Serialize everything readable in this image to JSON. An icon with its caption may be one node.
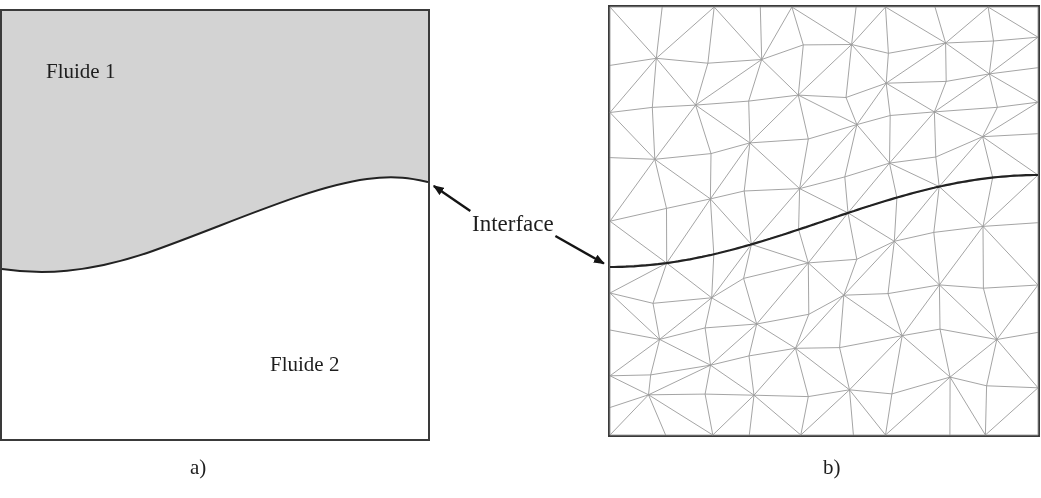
{
  "diagram": {
    "nodes": [
      {
        "text": [
          "Fluide 2"
        ],
        "beside": [
          "a)"
        ]
      },
      {
        "text": [
          "Fluide 1"
        ],
        "in": 0
      },
      {
        "text": [],
        "shape": "curve",
        "in": 1
      },
      {
        "text": [
          "Interface"
        ]
      },
      {
        "text": [],
        "shape": "picture",
        "beside": [
          "b)"
        ]
      },
      {
        "text": [],
        "shape": "curve",
        "in": 4
      }
    ],
    "edges": [
      {
        "from": 3,
        "to": 2,
        "arrow": "to"
      },
      {
        "from": 3,
        "to": 5,
        "arrow": "to"
      }
    ]
  }
}
